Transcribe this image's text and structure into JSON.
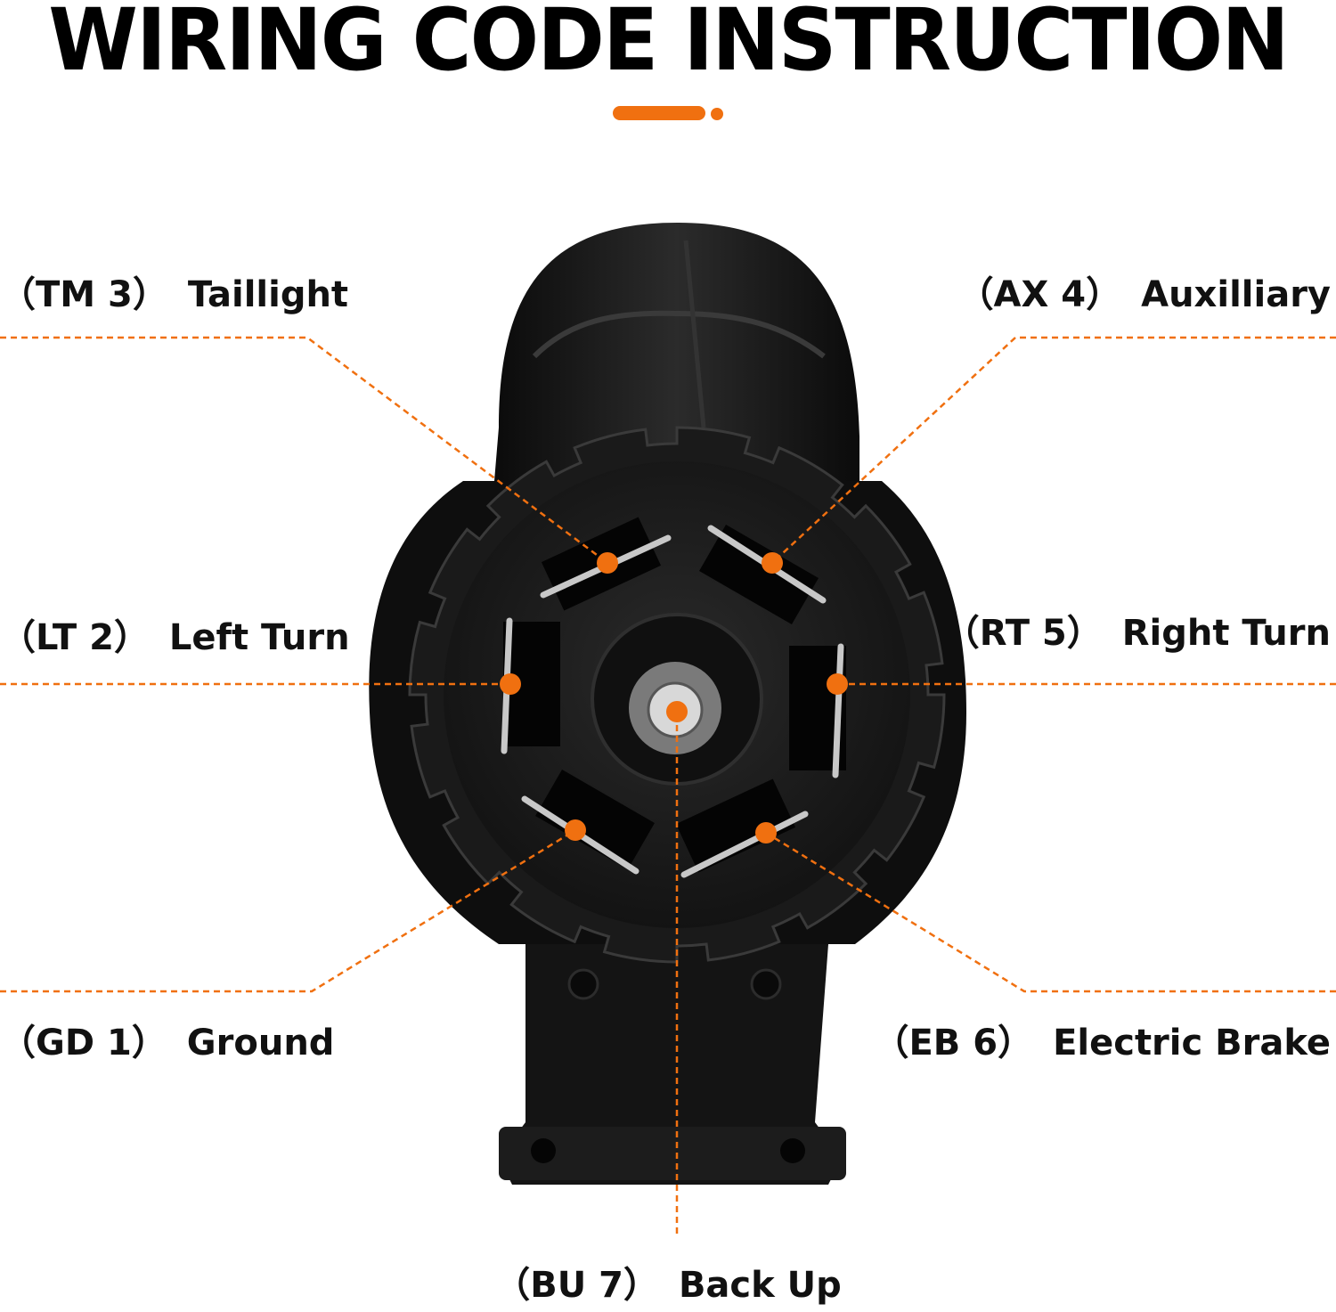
{
  "title": "WIRING CODE INSTRUCTION",
  "colors": {
    "accent": "#f07010",
    "connector": "#151515",
    "pin": "#c8c8c8",
    "background": "#ffffff"
  },
  "pins": [
    {
      "id": "tm3",
      "code": "（TM 3）",
      "name": "Taillight"
    },
    {
      "id": "ax4",
      "code": "（AX 4）",
      "name": "Auxilliary"
    },
    {
      "id": "lt2",
      "code": "（LT 2）",
      "name": "Left Turn"
    },
    {
      "id": "rt5",
      "code": "（RT 5）",
      "name": "Right Turn"
    },
    {
      "id": "gd1",
      "code": "（GD 1）",
      "name": "Ground"
    },
    {
      "id": "eb6",
      "code": "（EB 6）",
      "name": "Electric Brake"
    },
    {
      "id": "bu7",
      "code": "（BU 7）",
      "name": "Back Up"
    }
  ]
}
